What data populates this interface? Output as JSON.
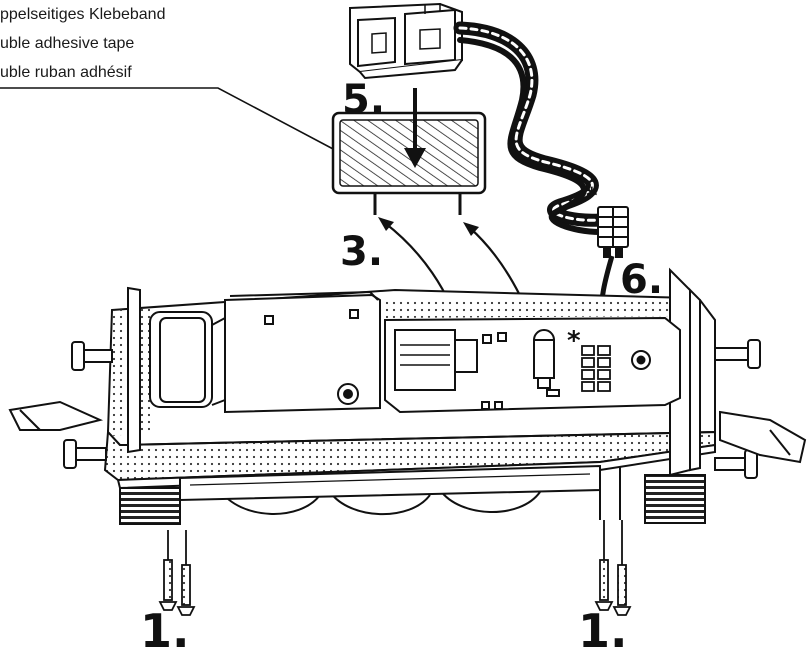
{
  "tape_label": {
    "line1": "ppelseitiges Klebeband",
    "line2": "uble adhesive tape",
    "line3": "uble ruban adhésif"
  },
  "steps": {
    "s5": "5.",
    "s3": "3.",
    "s6": "6.",
    "s1_left": "1.",
    "s1_right": "1."
  },
  "markers": {
    "star_top": "*",
    "star_board": "*"
  }
}
